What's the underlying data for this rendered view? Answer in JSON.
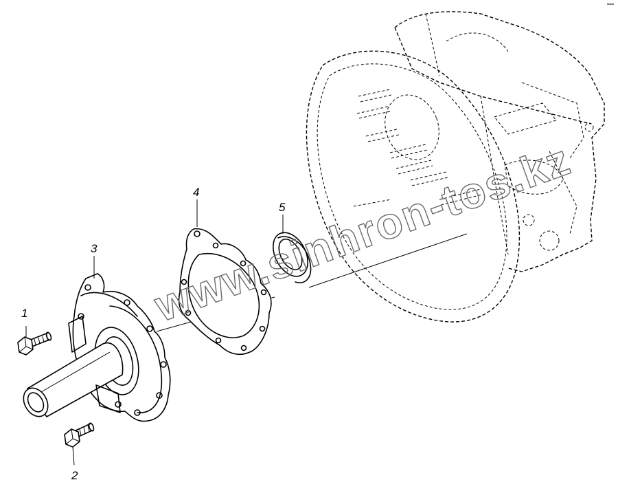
{
  "diagram": {
    "callouts": [
      {
        "id": "1",
        "label": "1"
      },
      {
        "id": "2",
        "label": "2"
      },
      {
        "id": "3",
        "label": "3"
      },
      {
        "id": "4",
        "label": "4"
      },
      {
        "id": "5",
        "label": "5"
      }
    ],
    "watermark": "www.sinhron-tos.kz"
  }
}
